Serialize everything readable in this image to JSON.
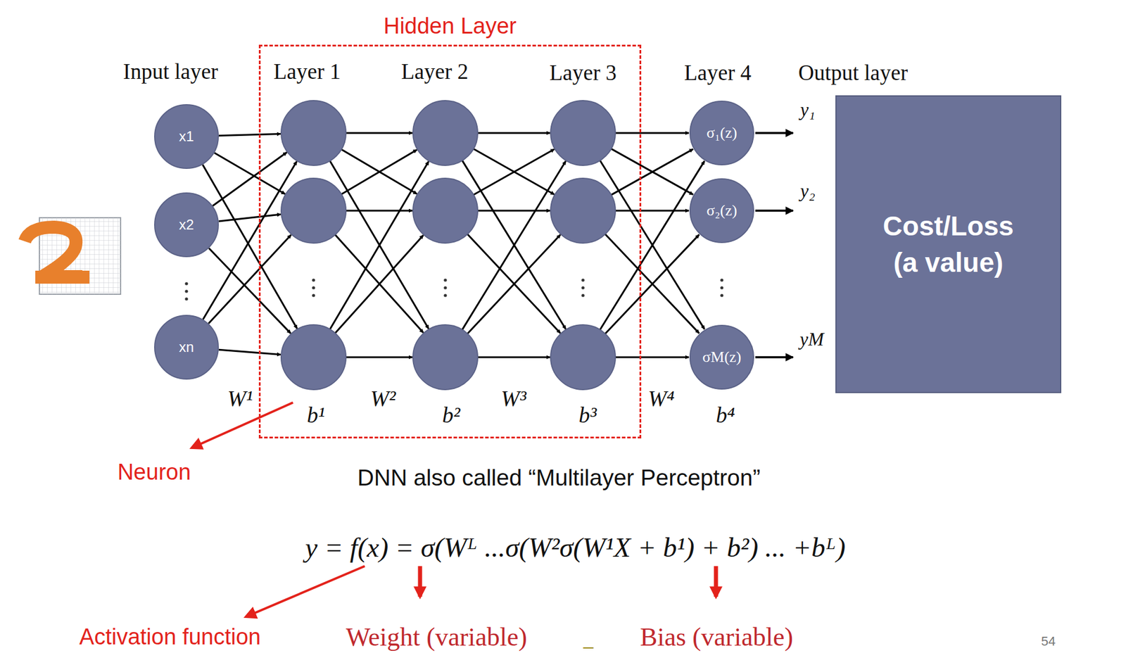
{
  "diagram": {
    "nodes": [
      {
        "text": [
          "Hidden Layer"
        ]
      },
      {
        "text": [
          "x1"
        ]
      },
      {
        "text": [
          "x2"
        ]
      },
      {
        "text": [
          "xn"
        ]
      },
      {
        "text": [
          "σ₁(z)"
        ]
      },
      {
        "text": [
          "σ₂(z)"
        ]
      },
      {
        "text": [
          "σM(z)"
        ]
      },
      {
        "text": [
          "Cost/Loss (a value)"
        ]
      }
    ],
    "labels": [
      "Input layer",
      "Layer 1",
      "Layer 2",
      "Layer 3",
      "Layer 4",
      "Output layer",
      "y₁",
      "y₂",
      "yM",
      "W¹",
      "b¹",
      "W²",
      "b²",
      "W³",
      "b³",
      "W⁴",
      "b⁴",
      "Neuron",
      "DNN also called “Multilayer Perceptron”",
      "y = f(x) = σ(Wᴸ ...σ(W²σ(W¹X + b¹) + b²) ... +bᴸ)",
      "Activation function",
      "Weight (variable)",
      "_",
      "Bias (variable)",
      "54"
    ]
  }
}
